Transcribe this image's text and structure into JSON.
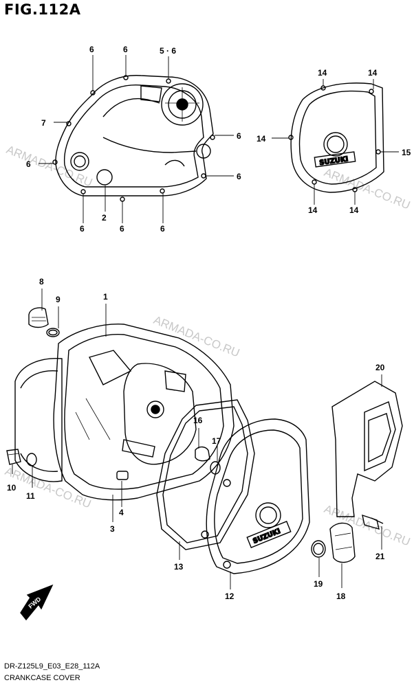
{
  "figure_title": "FIG.112A",
  "footer": {
    "code": "DR-Z125L9_E03_E28_112A",
    "name": "CRANKCASE COVER"
  },
  "watermark": "ARMADA-CO.RU",
  "fwd_label": "FWD",
  "brand_logo": "SUZUKI",
  "callouts": {
    "c1": "1",
    "c2": "2",
    "c3": "3",
    "c4": "4",
    "c5_6": "5 · 6",
    "c6": "6",
    "c7": "7",
    "c8": "8",
    "c9": "9",
    "c10": "10",
    "c11": "11",
    "c12": "12",
    "c13": "13",
    "c14": "14",
    "c15": "15",
    "c16": "16",
    "c17": "17",
    "c18": "18",
    "c19": "19",
    "c20": "20",
    "c21": "21"
  }
}
